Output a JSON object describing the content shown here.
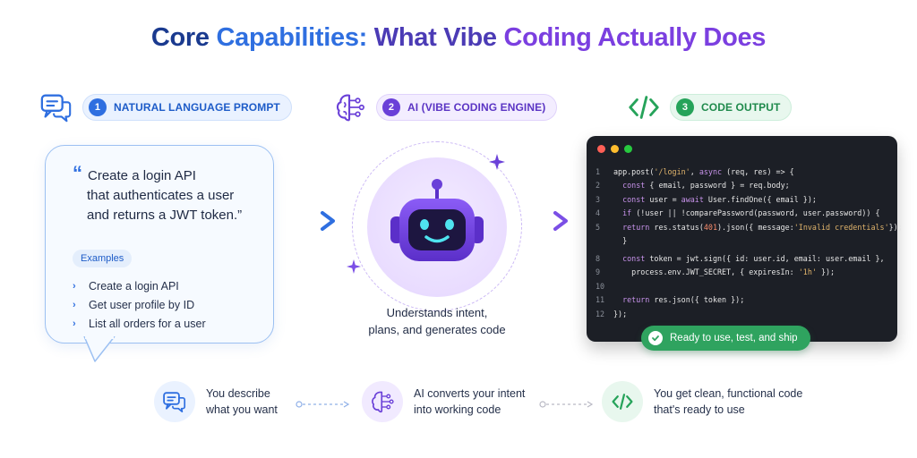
{
  "title": {
    "part1": "Core ",
    "part2": "Capabilities: ",
    "part3": "What Vibe ",
    "part4": "Coding Actually Does"
  },
  "steps": [
    {
      "num": "1",
      "label": "NATURAL LANGUAGE PROMPT",
      "icon": "chat-bubbles-icon",
      "color": "#2f6fe0"
    },
    {
      "num": "2",
      "label": "AI (VIBE CODING ENGINE)",
      "icon": "brain-circuit-icon",
      "color": "#6a40d8"
    },
    {
      "num": "3",
      "label": "CODE OUTPUT",
      "icon": "code-brackets-icon",
      "color": "#26a35a"
    }
  ],
  "prompt": {
    "quote_mark": "“",
    "lines": [
      "Create a login API",
      "that authenticates a user",
      "and returns a JWT token.”"
    ],
    "examples_label": "Examples",
    "examples": [
      "Create a login API",
      "Get user profile by ID",
      "List all orders for a user"
    ]
  },
  "engine": {
    "caption_line1": "Understands intent,",
    "caption_line2": "plans, and generates code"
  },
  "code": {
    "lines": [
      {
        "n": "1",
        "text": "app.post('/login', async (req, res) => {"
      },
      {
        "n": "2",
        "text": "  const { email, password } = req.body;"
      },
      {
        "n": "3",
        "text": "  const user = await User.findOne({ email });"
      },
      {
        "n": "4",
        "text": "  if (!user || !comparePassword(password, user.password)) {"
      },
      {
        "n": "5",
        "text": "  return res.status(401).json({ message:'Invalid credentials'});"
      },
      {
        "n": "",
        "text": "  }"
      },
      {
        "n": "8",
        "text": "  const token = jwt.sign({ id: user.id, email: user.email },"
      },
      {
        "n": "9",
        "text": "    process.env.JWT_SECRET, { expiresIn: '1h' });"
      },
      {
        "n": "10",
        "text": ""
      },
      {
        "n": "11",
        "text": "  return res.json({ token });"
      },
      {
        "n": "12",
        "text": "});"
      }
    ],
    "badge": "Ready to use, test, and ship"
  },
  "summary": [
    {
      "line1": "You describe",
      "line2": "what you want",
      "icon": "chat-bubbles-icon"
    },
    {
      "line1": "AI converts your intent",
      "line2": "into working code",
      "icon": "brain-circuit-icon"
    },
    {
      "line1": "You get clean, functional code",
      "line2": "that's ready to use",
      "icon": "code-brackets-icon"
    }
  ],
  "colors": {
    "blue": "#2f6fe0",
    "purple": "#6a40d8",
    "green": "#26a35a",
    "code_bg": "#1c1f26"
  }
}
